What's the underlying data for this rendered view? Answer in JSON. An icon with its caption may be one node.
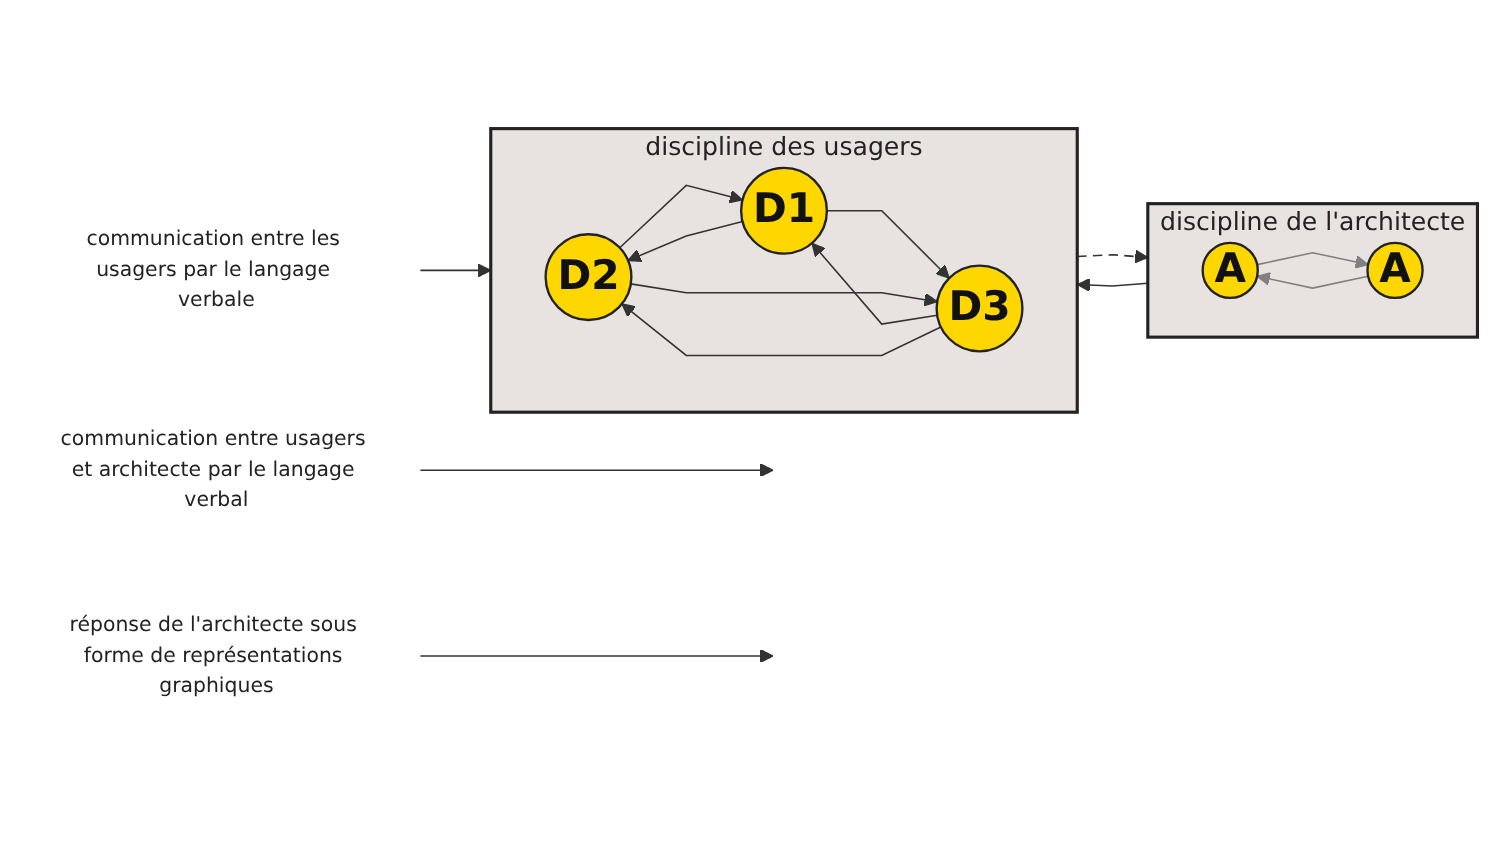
{
  "diagram": {
    "nodes": [
      {
        "text": [
          "discipline de l'architecte"
        ]
      },
      {
        "text": [
          "A"
        ],
        "in": 0
      },
      {
        "text": [
          "A"
        ],
        "in": 0
      },
      {
        "text": [
          "discipline des usagers"
        ]
      },
      {
        "text": [
          "D2"
        ],
        "in": 3
      },
      {
        "text": [
          "D1"
        ],
        "in": 3
      },
      {
        "text": [
          "D3"
        ],
        "in": 3
      },
      {
        "text": [
          "communication entre usagers et architecte par le langage verbal"
        ]
      },
      {
        "text": [
          "réponse de l'architecte sous forme de représentations graphiques"
        ]
      },
      {
        "text": [
          "communication entre les usagers par le langage verbale"
        ]
      }
    ],
    "edges": [
      {
        "from": 1,
        "to": 2,
        "arrow": "to",
        "color": "#808080"
      },
      {
        "from": 2,
        "to": 1,
        "arrow": "to",
        "color": "#808080"
      },
      {
        "from": 0,
        "to": 3,
        "arrow": "to"
      },
      {
        "from": 3,
        "to": 0,
        "arrow": "to",
        "style": "dashed"
      },
      {
        "from": 7,
        "to": null,
        "arrow": "to"
      },
      {
        "from": 8,
        "to": null,
        "arrow": "to"
      },
      {
        "from": 5,
        "to": 4,
        "arrow": "to"
      },
      {
        "from": 4,
        "to": 5,
        "arrow": "to"
      },
      {
        "from": 5,
        "to": 6,
        "arrow": "to"
      },
      {
        "from": 6,
        "to": 5,
        "arrow": "to"
      },
      {
        "from": 4,
        "to": 6,
        "arrow": "to"
      },
      {
        "from": 6,
        "to": 4,
        "arrow": "to"
      },
      {
        "from": 9,
        "to": 3,
        "arrow": "to"
      }
    ]
  }
}
